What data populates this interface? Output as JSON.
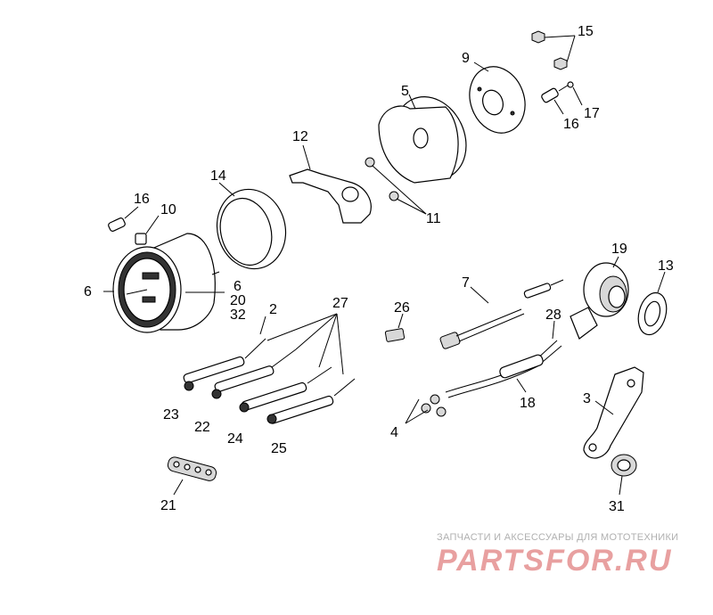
{
  "labels": {
    "l15": "15",
    "l9": "9",
    "l5": "5",
    "l17": "17",
    "l16a": "16",
    "l12": "12",
    "l11": "11",
    "l14": "14",
    "l16b": "16",
    "l10": "10",
    "l6a": "6",
    "l6b": "6",
    "l20": "20",
    "l32": "32",
    "l19": "19",
    "l13": "13",
    "l7": "7",
    "l2": "2",
    "l27": "27",
    "l26": "26",
    "l28": "28",
    "l18": "18",
    "l3": "3",
    "l4": "4",
    "l23": "23",
    "l22": "22",
    "l24": "24",
    "l25": "25",
    "l21": "21",
    "l31": "31"
  },
  "watermark": {
    "subtitle": "ЗАПЧАСТИ И АКСЕССУАРЫ ДЛЯ МОТОТЕХНИКИ",
    "brand": "PARTSFOR.RU",
    "brand_color": "#e8a0a0",
    "subtitle_color": "#b0b0b0"
  }
}
